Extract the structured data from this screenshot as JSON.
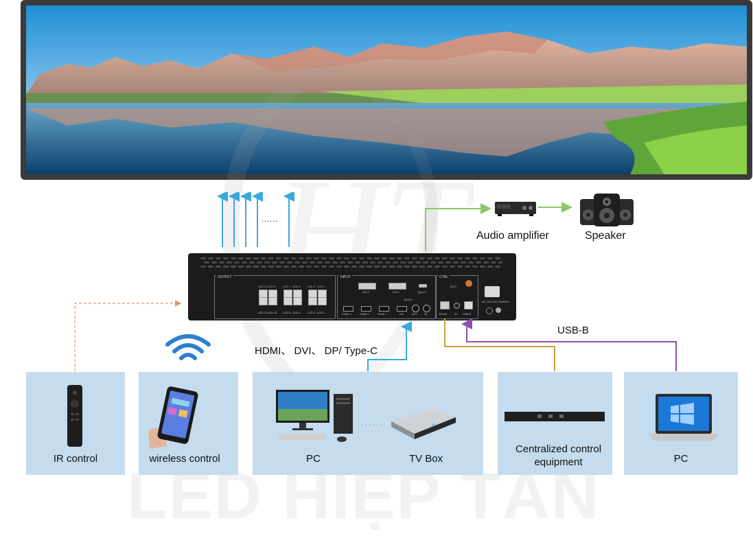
{
  "watermark": {
    "text": "LED HIỆP TÂN",
    "monogram": "HT"
  },
  "device": {
    "panels": {
      "output": "OUTPUT",
      "input": "INPUT",
      "ctrl": "CTRL"
    },
    "output_ports": [
      "LED 11",
      "LED 9",
      "LED 7",
      "LED 5",
      "LED 3",
      "LED 1",
      "LED 12",
      "LED 10",
      "LED 8",
      "LED 6",
      "LED 4",
      "LED 2"
    ],
    "input_ports": {
      "dvi2": "DVI 2",
      "dvi1": "DVI 1",
      "typec": "Type-C",
      "hdmi3": "HDMI 3",
      "hdmi2": "HDMI 2",
      "hdmi1": "HDMI 1",
      "dp": "DP",
      "audio": "AUDIO",
      "in": "IN",
      "out": "OUT"
    },
    "ctrl_ports": {
      "wifi": "Wi-Fi",
      "rs232": "RS232",
      "ir": "IR",
      "usbb": "USB-B"
    },
    "power_label": "AC 100-240V 50/60Hz"
  },
  "labels": {
    "dots": "......",
    "audio_amplifier": "Audio amplifier",
    "speaker": "Speaker",
    "usb_b": "USB-B",
    "inputs": "HDMI、 DVI、 DP/ Type-C",
    "ellipsis_small": "· · · · · ·"
  },
  "boxes": {
    "ir": "IR control",
    "wireless": "wireless control",
    "pc1": "PC",
    "tvbox": "TV Box",
    "central_1": "Centralized control",
    "central_2": "equipment",
    "pc2": "PC"
  },
  "colors": {
    "arrow_blue": "#3aa9dc",
    "arrow_green": "#8cc76a",
    "arrow_orange_dashed": "#e8946a",
    "line_gold": "#c9a23d",
    "line_purple": "#8a4fb0",
    "box_fill": "#c4dcee",
    "device_body": "#1b1b1d",
    "wifi_blue": "#2d7fd0"
  }
}
